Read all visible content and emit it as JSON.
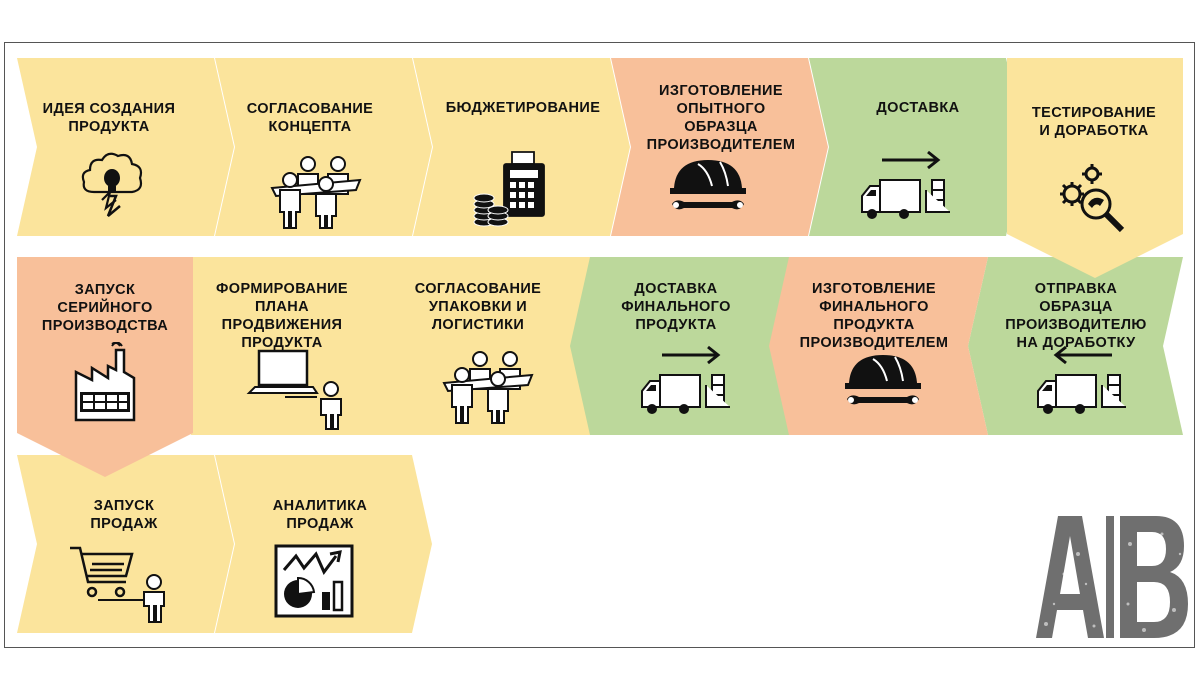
{
  "colors": {
    "yellow": "#fbe49c",
    "orange": "#f8c09a",
    "green": "#bcd89b",
    "text": "#111111",
    "icon": "#111111",
    "frame": "#555555"
  },
  "steps": [
    {
      "id": "s1",
      "label": "ИДЕЯ СОЗДАНИЯ\nПРОДУКТА",
      "color": "yellow",
      "icon": "lightbulb-cloud-icon"
    },
    {
      "id": "s2",
      "label": "СОГЛАСОВАНИЕ\nКОНЦЕПТА",
      "color": "yellow",
      "icon": "people-meeting-icon"
    },
    {
      "id": "s3",
      "label": "БЮДЖЕТИРОВАНИЕ",
      "color": "yellow",
      "icon": "calculator-coins-icon"
    },
    {
      "id": "s4",
      "label": "ИЗГОТОВЛЕНИЕ\nОПЫТНОГО\nОБРАЗЦА\nПРОИЗВОДИТЕЛЕМ",
      "color": "orange",
      "icon": "helmet-wrench-icon"
    },
    {
      "id": "s5",
      "label": "ДОСТАВКА",
      "color": "green",
      "icon": "truck-right-icon"
    },
    {
      "id": "s6",
      "label": "ТЕСТИРОВАНИЕ\nИ ДОРАБОТКА",
      "color": "yellow",
      "icon": "gears-magnifier-icon"
    },
    {
      "id": "s7",
      "label": "ОТПРАВКА\nОБРАЗЦА\nПРОИЗВОДИТЕЛЮ\nНА ДОРАБОТКУ",
      "color": "green",
      "icon": "truck-left-icon"
    },
    {
      "id": "s8",
      "label": "ИЗГОТОВЛЕНИЕ\nФИНАЛЬНОГО\nПРОДУКТА\nПРОИЗВОДИТЕЛЕМ",
      "color": "orange",
      "icon": "helmet-wrench-icon"
    },
    {
      "id": "s9",
      "label": "ДОСТАВКА\nФИНАЛЬНОГО\nПРОДУКТА",
      "color": "green",
      "icon": "truck-right-icon"
    },
    {
      "id": "s10",
      "label": "СОГЛАСОВАНИЕ\nУПАКОВКИ И\nЛОГИСТИКИ",
      "color": "yellow",
      "icon": "people-meeting-icon"
    },
    {
      "id": "s11",
      "label": "ФОРМИРОВАНИЕ\nПЛАНА\nПРОДВИЖЕНИЯ\nПРОДУКТА",
      "color": "yellow",
      "icon": "laptop-person-icon"
    },
    {
      "id": "s12",
      "label": "ЗАПУСК\nСЕРИЙНОГО\nПРОИЗВОДСТВА",
      "color": "orange",
      "icon": "factory-icon"
    },
    {
      "id": "s13",
      "label": "ЗАПУСК\nПРОДАЖ",
      "color": "yellow",
      "icon": "cart-person-icon"
    },
    {
      "id": "s14",
      "label": "АНАЛИТИКА\nПРОДАЖ",
      "color": "yellow",
      "icon": "analytics-board-icon"
    }
  ],
  "logo": {
    "left_letter": "A",
    "right_letter": "B"
  }
}
